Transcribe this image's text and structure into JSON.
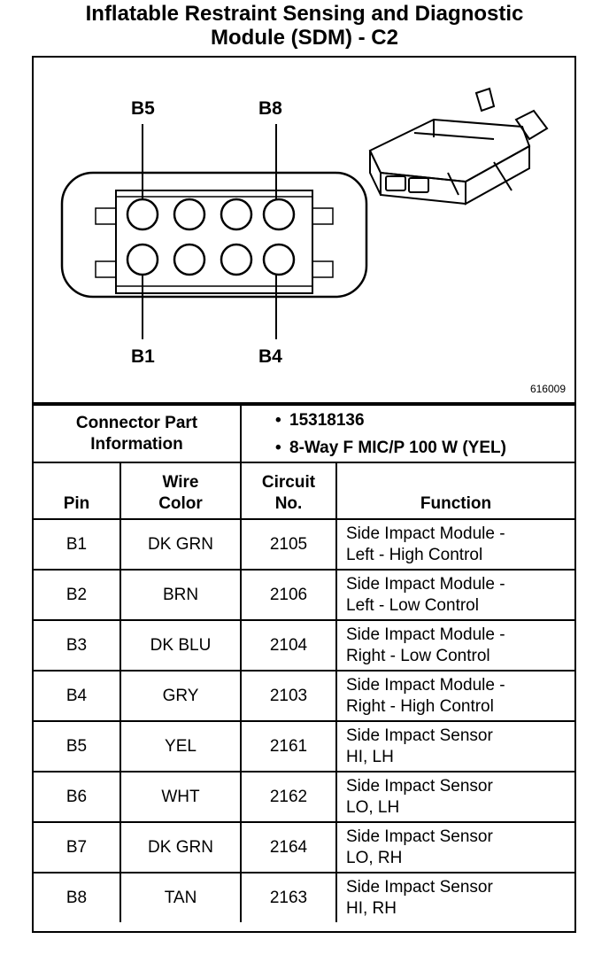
{
  "title": {
    "line1": "Inflatable Restraint Sensing and Diagnostic",
    "line2": "Module (SDM) - C2"
  },
  "diagram": {
    "labels": {
      "b5": "B5",
      "b8": "B8",
      "b1": "B1",
      "b4": "B4"
    },
    "figure_number": "616009"
  },
  "connector_info": {
    "label_line1": "Connector Part",
    "label_line2": "Information",
    "items": [
      "15318136",
      "8-Way F MIC/P 100 W (YEL)"
    ]
  },
  "columns": {
    "pin": "Pin",
    "wire_line1": "Wire",
    "wire_line2": "Color",
    "circuit_line1": "Circuit",
    "circuit_line2": "No.",
    "function": "Function"
  },
  "rows": [
    {
      "pin": "B1",
      "color": "DK GRN",
      "circuit": "2105",
      "fn1": "Side Impact Module -",
      "fn2": "Left - High Control"
    },
    {
      "pin": "B2",
      "color": "BRN",
      "circuit": "2106",
      "fn1": "Side Impact Module -",
      "fn2": "Left - Low Control"
    },
    {
      "pin": "B3",
      "color": "DK BLU",
      "circuit": "2104",
      "fn1": "Side Impact Module -",
      "fn2": "Right - Low Control"
    },
    {
      "pin": "B4",
      "color": "GRY",
      "circuit": "2103",
      "fn1": "Side Impact Module -",
      "fn2": "Right - High Control"
    },
    {
      "pin": "B5",
      "color": "YEL",
      "circuit": "2161",
      "fn1": "Side Impact Sensor",
      "fn2": "HI, LH"
    },
    {
      "pin": "B6",
      "color": "WHT",
      "circuit": "2162",
      "fn1": "Side Impact Sensor",
      "fn2": "LO, LH"
    },
    {
      "pin": "B7",
      "color": "DK GRN",
      "circuit": "2164",
      "fn1": "Side Impact Sensor",
      "fn2": "LO, RH"
    },
    {
      "pin": "B8",
      "color": "TAN",
      "circuit": "2163",
      "fn1": "Side Impact Sensor",
      "fn2": "HI, RH"
    }
  ]
}
